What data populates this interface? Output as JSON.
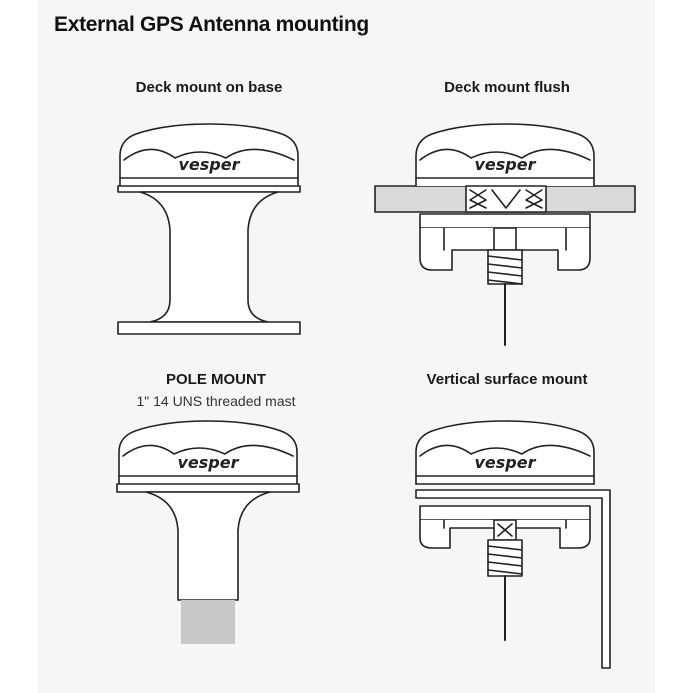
{
  "title": "External GPS Antenna mounting",
  "figures": [
    {
      "id": "deck-base",
      "caption": "Deck mount on base",
      "subcaption": ""
    },
    {
      "id": "deck-flush",
      "caption": "Deck mount flush",
      "subcaption": ""
    },
    {
      "id": "pole",
      "caption": "POLE MOUNT",
      "subcaption": "1\" 14 UNS threaded mast"
    },
    {
      "id": "vertical",
      "caption": "Vertical surface mount",
      "subcaption": ""
    }
  ],
  "brand_logo": "vesper",
  "colors": {
    "line": "#222222",
    "background": "#f6f6f6",
    "deck": "#d9d9d9",
    "mast": "#c8c8c8"
  }
}
